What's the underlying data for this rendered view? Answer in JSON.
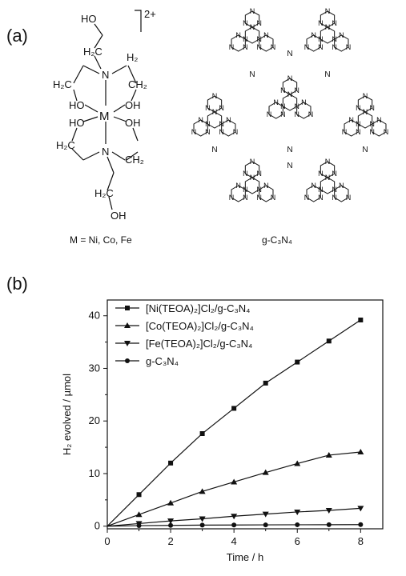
{
  "panel_a": {
    "label": "(a)",
    "complex": {
      "charge": "2+",
      "metal": "M",
      "caption": "M = Ni, Co, Fe",
      "atoms": {
        "ho_top": "HO",
        "h2c_top": "H₂C",
        "n_top": "N",
        "h2_right": "H₂",
        "h2c_left": "H₂C",
        "ho_left": "HO",
        "oh_right": "OH",
        "ho_low_left": "HO",
        "oh_low_right": "OH",
        "h2c_low_left": "H₂C",
        "n_bottom": "N",
        "ch2_low_right": "CH₂",
        "ch2_mid": "CH₂",
        "h2c_bottom": "H₂C",
        "oh_bottom": "OH"
      }
    },
    "polymer": {
      "caption": "g-C₃N₄",
      "ring_atom": "N",
      "bridge_atom": "N"
    }
  },
  "panel_b": {
    "label": "(b)"
  },
  "chart_data": {
    "type": "line",
    "xlabel": "Time / h",
    "ylabel": "H₂ evolved / µmol",
    "xlim": [
      0,
      8.7
    ],
    "ylim": [
      -0.5,
      43
    ],
    "xticks": [
      0,
      2,
      4,
      6,
      8
    ],
    "yticks": [
      0,
      10,
      20,
      30,
      40
    ],
    "grid": false,
    "legend_position": "top-left",
    "series": [
      {
        "name": "[Ni(TEOA)₂]Cl₂/g-C₃N₄",
        "marker": "square",
        "x": [
          0,
          1,
          2,
          3,
          4,
          5,
          6,
          7,
          8
        ],
        "values": [
          0,
          6.0,
          12.0,
          17.6,
          22.4,
          27.2,
          31.2,
          35.2,
          39.2
        ]
      },
      {
        "name": "[Co(TEOA)₂]Cl₂/g-C₃N₄",
        "marker": "triangle-up",
        "x": [
          0,
          1,
          2,
          3,
          4,
          5,
          6,
          7,
          8
        ],
        "values": [
          0,
          2.2,
          4.4,
          6.6,
          8.4,
          10.2,
          11.9,
          13.5,
          14.1
        ]
      },
      {
        "name": "[Fe(TEOA)₂]Cl₂/g-C₃N₄",
        "marker": "triangle-down",
        "x": [
          0,
          1,
          2,
          3,
          4,
          5,
          6,
          7,
          8
        ],
        "values": [
          0,
          0.5,
          1.0,
          1.4,
          1.9,
          2.3,
          2.7,
          3.0,
          3.4
        ]
      },
      {
        "name": "g-C₃N₄",
        "marker": "circle",
        "x": [
          0,
          1,
          2,
          3,
          4,
          5,
          6,
          7,
          8
        ],
        "values": [
          0,
          0.1,
          0.15,
          0.2,
          0.22,
          0.25,
          0.27,
          0.28,
          0.3
        ]
      }
    ]
  }
}
